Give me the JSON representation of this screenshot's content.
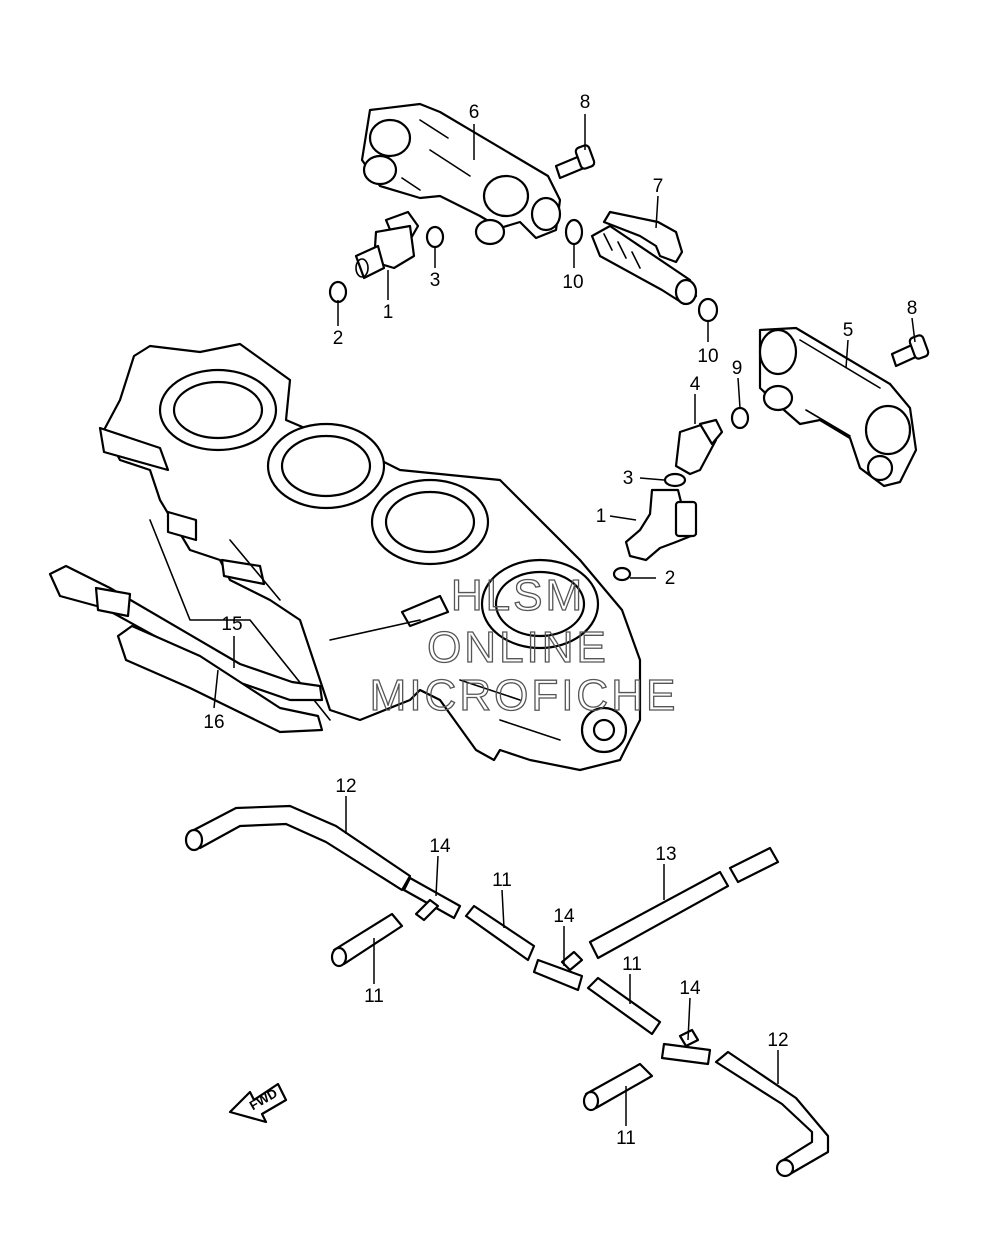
{
  "watermark": {
    "line1": "HLSM",
    "line2": "ONLINE",
    "line3": "MICROFICHE"
  },
  "direction_arrow": {
    "label": "FWD"
  },
  "callouts": [
    {
      "id": "c6",
      "label": "6"
    },
    {
      "id": "c8a",
      "label": "8"
    },
    {
      "id": "c7",
      "label": "7"
    },
    {
      "id": "c2a",
      "label": "2"
    },
    {
      "id": "c1a",
      "label": "1"
    },
    {
      "id": "c3a",
      "label": "3"
    },
    {
      "id": "c10a",
      "label": "10"
    },
    {
      "id": "c10b",
      "label": "10"
    },
    {
      "id": "c8b",
      "label": "8"
    },
    {
      "id": "c5",
      "label": "5"
    },
    {
      "id": "c9",
      "label": "9"
    },
    {
      "id": "c4",
      "label": "4"
    },
    {
      "id": "c3b",
      "label": "3"
    },
    {
      "id": "c1b",
      "label": "1"
    },
    {
      "id": "c2b",
      "label": "2"
    },
    {
      "id": "c15",
      "label": "15"
    },
    {
      "id": "c16",
      "label": "16"
    },
    {
      "id": "c12a",
      "label": "12"
    },
    {
      "id": "c14a",
      "label": "14"
    },
    {
      "id": "c11a",
      "label": "11"
    },
    {
      "id": "c13",
      "label": "13"
    },
    {
      "id": "c14b",
      "label": "14"
    },
    {
      "id": "c11b",
      "label": "11"
    },
    {
      "id": "c11c",
      "label": "11"
    },
    {
      "id": "c14c",
      "label": "14"
    },
    {
      "id": "c12b",
      "label": "12"
    },
    {
      "id": "c11d",
      "label": "11"
    }
  ]
}
